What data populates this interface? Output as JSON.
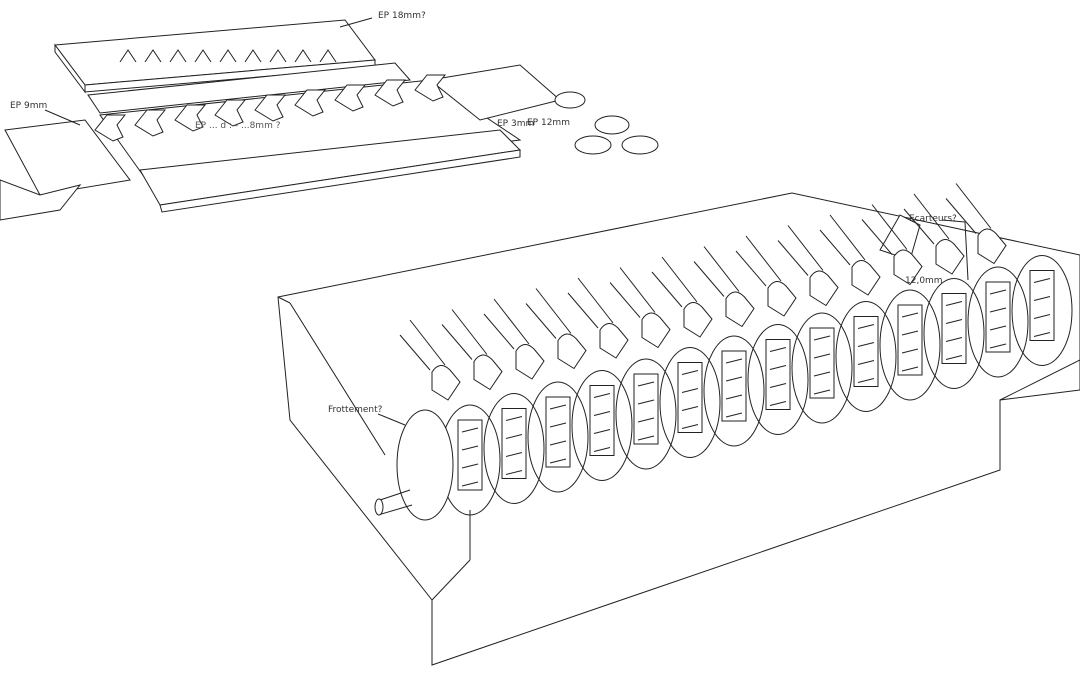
{
  "labels": {
    "ep18": "EP 18mm?",
    "ep9": "EP 9mm",
    "ep3": "EP 3mm",
    "ep12": "EP 12mm",
    "occluded": "EP ... d : - ...8mm ?",
    "ecarteurs": "Ecarteurs?",
    "dim12": "12,0mm",
    "frottement": "Frottement?"
  },
  "colors": {
    "line": "#222222",
    "background": "#ffffff"
  },
  "counts": {
    "discs": 14,
    "keys": 14
  }
}
